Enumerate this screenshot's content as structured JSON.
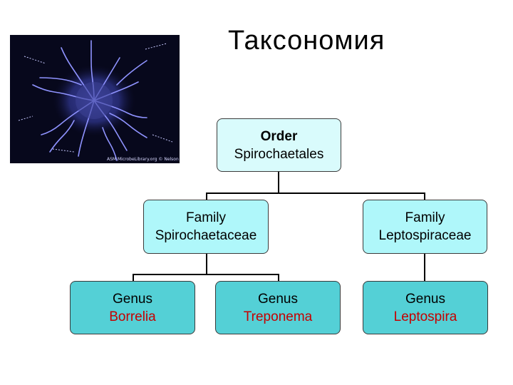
{
  "title": "Таксономия",
  "photo": {
    "credit": "ASM MicrobeLibrary.org © Nelson"
  },
  "tree": {
    "order": {
      "rank": "Order",
      "name": "Spirochaetales"
    },
    "families": [
      {
        "rank": "Family",
        "name": "Spirochaetaceae"
      },
      {
        "rank": "Family",
        "name": "Leptospiraceae"
      }
    ],
    "genera": [
      {
        "rank": "Genus",
        "name": "Borrelia"
      },
      {
        "rank": "Genus",
        "name": "Treponema"
      },
      {
        "rank": "Genus",
        "name": "Leptospira"
      }
    ]
  },
  "colors": {
    "order_fill": "#d9fbfc",
    "family_fill": "#aff7fa",
    "genus_fill": "#54d0d6",
    "genus_name": "#c50000"
  }
}
